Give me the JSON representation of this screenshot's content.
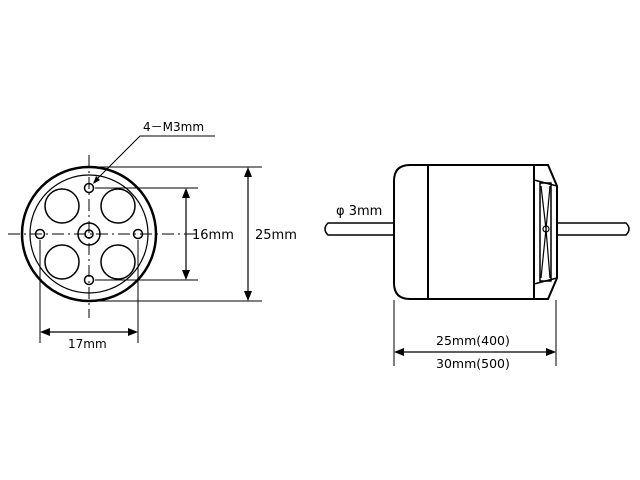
{
  "front_view": {
    "holes_label": "4－M3mm",
    "inner_dim_label": "16mm",
    "outer_dim_label": "25mm",
    "width_dim_label": "17mm"
  },
  "side_view": {
    "shaft_label": "φ 3mm",
    "length_label_short": "25mm(400)",
    "length_label_long": "30mm(500)"
  }
}
